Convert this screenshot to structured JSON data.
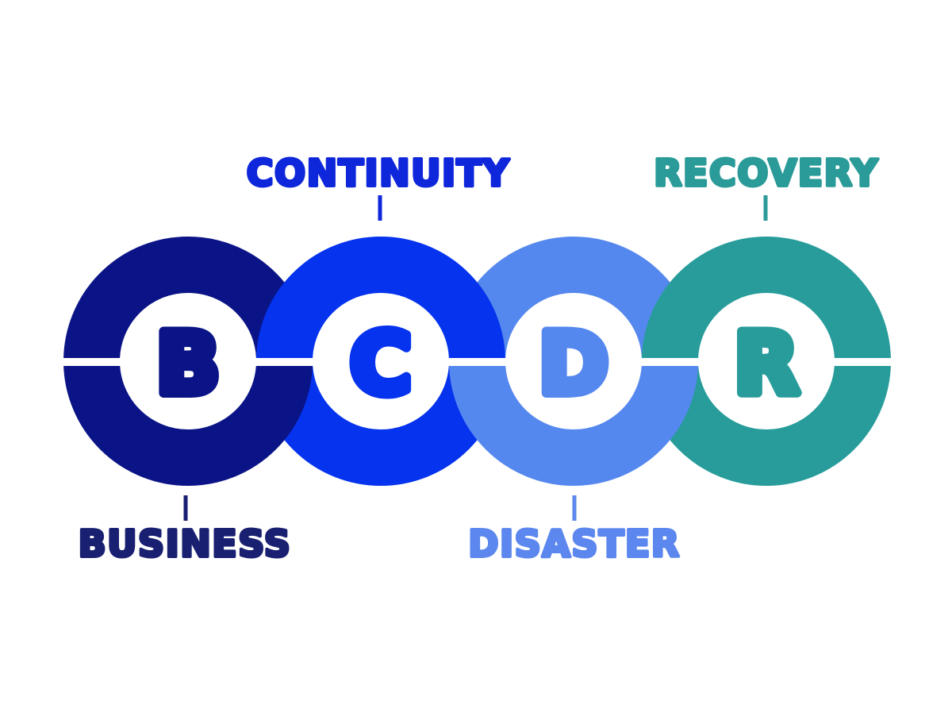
{
  "diagram": {
    "acronym": "BCDR",
    "background_color": "#ffffff",
    "rings": [
      {
        "id": "business",
        "letter": "B",
        "label": "BUSINESS",
        "label_position": "bottom",
        "color": "#0a1486",
        "label_color": "#1a2071"
      },
      {
        "id": "continuity",
        "letter": "C",
        "label": "CONTINUITY",
        "label_position": "top",
        "color": "#0533ee",
        "label_color": "#0f27db"
      },
      {
        "id": "disaster",
        "letter": "D",
        "label": "DISASTER",
        "label_position": "bottom",
        "color": "#5588ee",
        "label_color": "#5b87ee"
      },
      {
        "id": "recovery",
        "letter": "R",
        "label": "RECOVERY",
        "label_position": "top",
        "color": "#279c9b",
        "label_color": "#2a9b98"
      }
    ]
  }
}
